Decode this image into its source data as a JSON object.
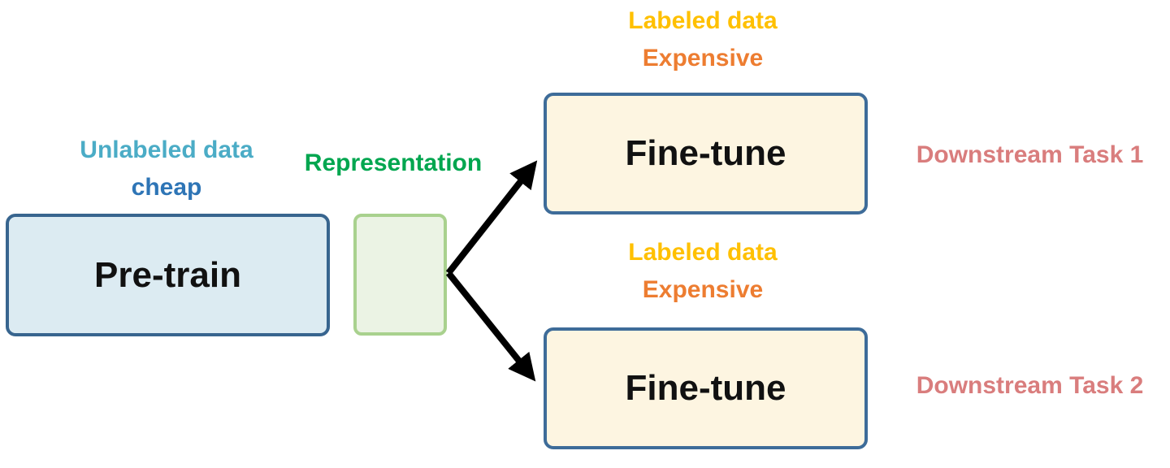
{
  "diagram": {
    "title": "Pre-train / fine-tune transfer-learning workflow",
    "nodes": {
      "pretrain": {
        "label": "Pre-train"
      },
      "representation_box": {
        "label": ""
      },
      "finetune1": {
        "label": "Fine-tune"
      },
      "finetune2": {
        "label": "Fine-tune"
      }
    },
    "annotations": {
      "unlabeled": {
        "line1": "Unlabeled data",
        "line2": "cheap"
      },
      "representation": {
        "text": "Representation"
      },
      "labeled_top": {
        "line1": "Labeled data",
        "line2": "Expensive"
      },
      "labeled_mid": {
        "line1": "Labeled data",
        "line2": "Expensive"
      },
      "downstream1": {
        "text": "Downstream Task 1"
      },
      "downstream2": {
        "text": "Downstream Task 2"
      }
    },
    "edges": [
      {
        "from": "representation_box",
        "to": "finetune1",
        "style": "black-arrow"
      },
      {
        "from": "representation_box",
        "to": "finetune2",
        "style": "black-arrow"
      }
    ],
    "colors": {
      "unlabeled_text": "#4bacc6",
      "cheap_text": "#2e75b6",
      "representation_text": "#00a64f",
      "labeled_text": "#ffc000",
      "expensive_text": "#ed7d31",
      "downstream_text": "#d97d7d",
      "pretrain_fill": "#dcebf2",
      "pretrain_border": "#38658f",
      "representation_fill": "#ebf3e4",
      "representation_border": "#a9d18e",
      "finetune_fill": "#fdf5e1",
      "finetune_border": "#3e6c99",
      "arrow": "#000000",
      "node_text": "#111111",
      "background": "#ffffff"
    }
  }
}
